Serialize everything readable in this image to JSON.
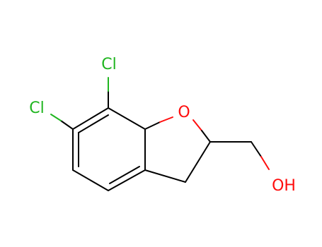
{
  "molecule": {
    "atoms": {
      "cl_top": "Cl",
      "cl_left": "Cl",
      "ring_oxygen": "O",
      "hydroxyl": "OH"
    },
    "colors": {
      "bond": "#000000",
      "chlorine": "#1fb51f",
      "oxygen": "#ff0d0d"
    }
  }
}
